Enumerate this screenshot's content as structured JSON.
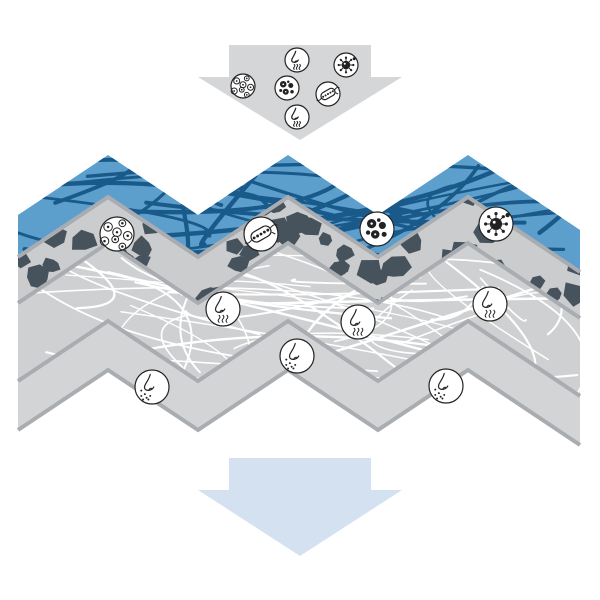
{
  "diagram": {
    "inflow_arrow": {
      "color": "#d4d6d8",
      "contents": [
        "virus-cluster-icon",
        "smell-icon",
        "germ-icon",
        "dust-particle-icon",
        "bacteria-icon",
        "smell-icon"
      ]
    },
    "outflow_arrow": {
      "color": "#d4e1f1"
    },
    "layers": [
      {
        "name": "fiber-filter-layer",
        "fill": "#5c9fcd",
        "fiber_color": "#1a5a8a",
        "captured": [
          "virus-cluster-icon",
          "bacteria-icon",
          "dust-particle-icon",
          "germ-icon"
        ]
      },
      {
        "name": "activated-carbon-layer",
        "fill": "#cbccce",
        "granule_color": "#46525c",
        "captured": [
          "smell-icon",
          "smell-icon",
          "smell-icon"
        ]
      },
      {
        "name": "fine-fiber-layer",
        "fill": "#cfd0d2",
        "fiber_color": "#ffffff",
        "captured": [
          "fine-particle-icon",
          "fine-particle-icon",
          "fine-particle-icon"
        ]
      }
    ],
    "layer_outline_color": "#a9acb0"
  }
}
